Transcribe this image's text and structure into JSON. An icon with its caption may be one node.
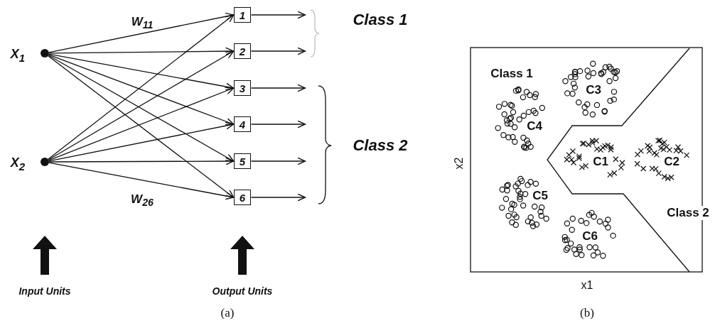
{
  "diagram": {
    "nodes": [
      {
        "text": [],
        "shape": "circle",
        "beside": [
          "X$_{1}$"
        ]
      },
      {
        "text": [],
        "shape": "circle",
        "beside": [
          "X$_{2}$"
        ]
      },
      {
        "text": [
          "1"
        ]
      },
      {
        "text": [
          "2"
        ]
      },
      {
        "text": [
          "3"
        ]
      },
      {
        "text": [
          "4"
        ]
      },
      {
        "text": [
          "5"
        ]
      },
      {
        "text": [
          "6"
        ]
      }
    ],
    "edges": [
      {
        "from": 0,
        "to": 2,
        "arrow": "to",
        "label": "W$_{11}$"
      },
      {
        "from": 0,
        "to": 3,
        "arrow": "to"
      },
      {
        "from": 0,
        "to": 4,
        "arrow": "to"
      },
      {
        "from": 0,
        "to": 5,
        "arrow": "to"
      },
      {
        "from": 0,
        "to": 6,
        "arrow": "to"
      },
      {
        "from": 0,
        "to": 7,
        "arrow": "to"
      },
      {
        "from": 1,
        "to": 2,
        "arrow": "to"
      },
      {
        "from": 1,
        "to": 3,
        "arrow": "to"
      },
      {
        "from": 1,
        "to": 4,
        "arrow": "to"
      },
      {
        "from": 1,
        "to": 5,
        "arrow": "to"
      },
      {
        "from": 1,
        "to": 6,
        "arrow": "to"
      },
      {
        "from": 1,
        "to": 7,
        "arrow": "to",
        "label": "W$_{26}$"
      },
      {
        "from": 2,
        "to": null,
        "arrow": "to"
      },
      {
        "from": 3,
        "to": null,
        "arrow": "to"
      },
      {
        "from": 4,
        "to": null,
        "arrow": "to"
      },
      {
        "from": 5,
        "to": null,
        "arrow": "to"
      },
      {
        "from": 6,
        "to": null,
        "arrow": "to"
      },
      {
        "from": 7,
        "to": null,
        "arrow": "to"
      }
    ],
    "labels": [
      "Class 1",
      "Class 2",
      "Input Units",
      "Output Units",
      "(a)",
      "Class 1",
      "C3",
      "C4",
      "C1",
      "C2",
      "C5",
      "C6",
      "Class 2",
      "x2",
      "x1",
      "(b)"
    ]
  }
}
